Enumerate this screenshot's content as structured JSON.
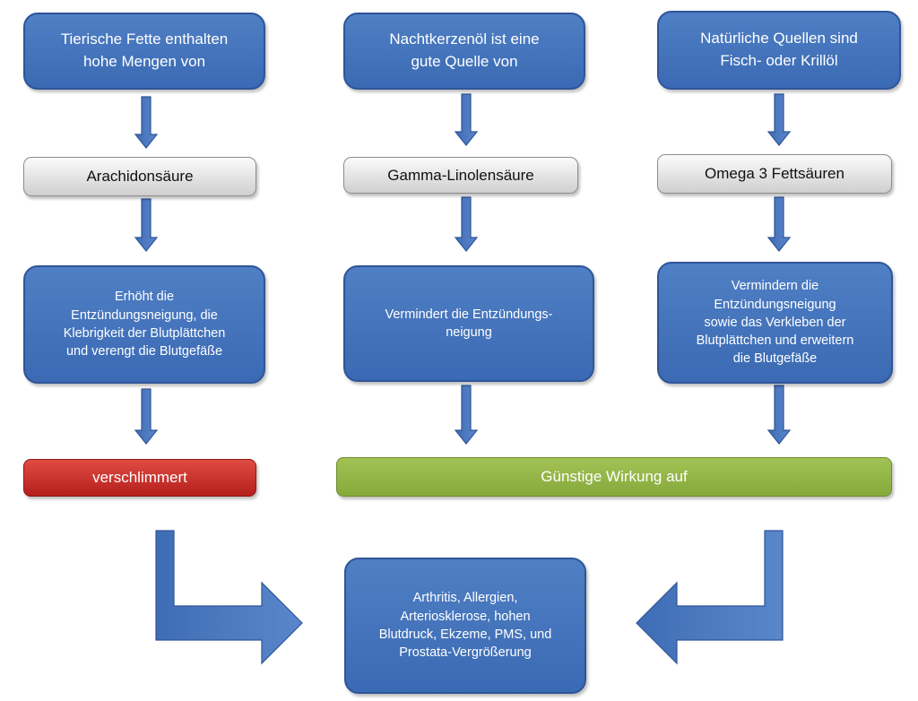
{
  "sources": [
    "Tierische Fette enthalten\nhohe Mengen von",
    "Nachtkerzenöl ist eine\ngute Quelle von",
    "Natürliche Quellen sind\nFisch- oder Krillöl"
  ],
  "acids": [
    "Arachidonsäure",
    "Gamma-Linolensäure",
    "Omega 3 Fettsäuren"
  ],
  "effects": [
    "Erhöht die\nEntzündungsneigung, die\nKlebrigkeit der Blutplättchen\nund verengt die Blutgefäße",
    "Vermindert die Entzündungs-\nneigung",
    "Vermindern die\nEntzündungsneigung\nsowie das Verkleben der\nBlutplättchen und erweitern\ndie Blutgefäße"
  ],
  "outcome_bad": "verschlimmert",
  "outcome_good": "Günstige Wirkung auf",
  "conditions": "Arthritis, Allergien,\nArteriosklerose, hohen\nBlutdruck, Ekzeme, PMS, und\nProstata-Vergrößerung",
  "colors": {
    "box_blue": "#4472c4",
    "arrow_blue": "#4a77bd",
    "grey_box": "#d9d9d9",
    "red_box": "#c0302a",
    "green_box": "#92b347"
  }
}
